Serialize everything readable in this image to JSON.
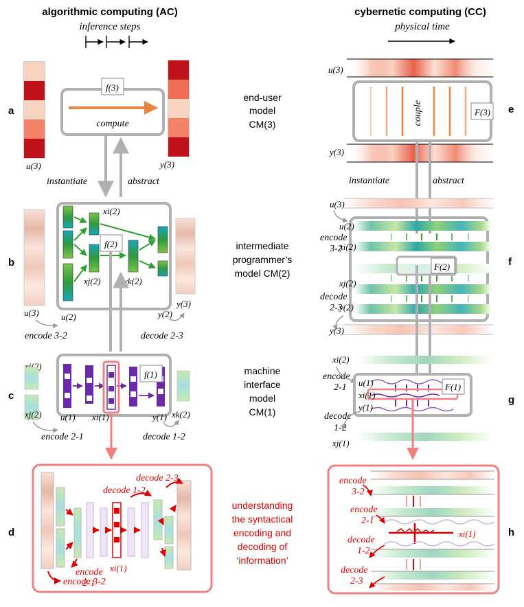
{
  "headers": {
    "ac_title": "algorithmic computing (AC)",
    "ac_sub": "inference steps",
    "cc_title": "cybernetic  computing (CC)",
    "cc_sub": "physical time"
  },
  "panels": [
    "a",
    "b",
    "c",
    "d",
    "e",
    "f",
    "g",
    "h"
  ],
  "middle": {
    "level3": [
      "end-user",
      "model",
      "CM(3)"
    ],
    "level2": [
      "intermediate",
      "programmer’s",
      "model CM(2)"
    ],
    "level1": [
      "machine",
      "interface",
      "model",
      "CM(1)"
    ],
    "understanding": [
      "understanding",
      "the syntactical",
      "encoding and",
      "decoding of",
      "‘information’"
    ]
  },
  "ac": {
    "compute": "compute",
    "f3": "f(3)",
    "u3": "u(3)",
    "y3": "y(3)",
    "instantiate": "instantiate",
    "abstract": "abstract",
    "f2": "f(2)",
    "xi2": "xi(2)",
    "xj2": "xj(2)",
    "xk2": "xk(2)",
    "u2": "u(2)",
    "y2": "y(2)",
    "encode32": "encode 3-2",
    "decode23": "decode 2-3",
    "f1": "f(1)",
    "u1": "u(1)",
    "xi1": "xi(1)",
    "y1": "y(1)",
    "encode21": "encode 2-1",
    "decode12": "decode 1-2",
    "d_decode23": "decode 2-3",
    "d_decode12": "decode 1-2",
    "d_encode": "encode",
    "d_21": "2-1",
    "d_encode32": "encode 3-2"
  },
  "cc": {
    "u3": "u(3)",
    "y3": "y(3)",
    "couple": "couple",
    "F3": "F(3)",
    "instantiate": "instantiate",
    "abstract": "abstract",
    "u2": "u(2)",
    "xi2": "xi(2)",
    "xj2": "xj(2)",
    "y2": "y(2)",
    "F2": "F(2)",
    "encode": "encode",
    "e32": "3-2",
    "decode": "decode",
    "d23": "2-3",
    "u1": "u(1)",
    "xi1": "xi(1)",
    "y1": "y(1)",
    "F1": "F(1)",
    "e21": "2-1",
    "d12": "1-2",
    "xj1": "xj(1)"
  },
  "colors": {
    "red_accent": "#e00000",
    "pink_box": "#f08080",
    "gray_box": "#b0b0b0",
    "orange_arrow": "#e8843c",
    "green": "#2ea02e",
    "purple": "#6a2aa8",
    "teal": "#1aa6b7"
  }
}
